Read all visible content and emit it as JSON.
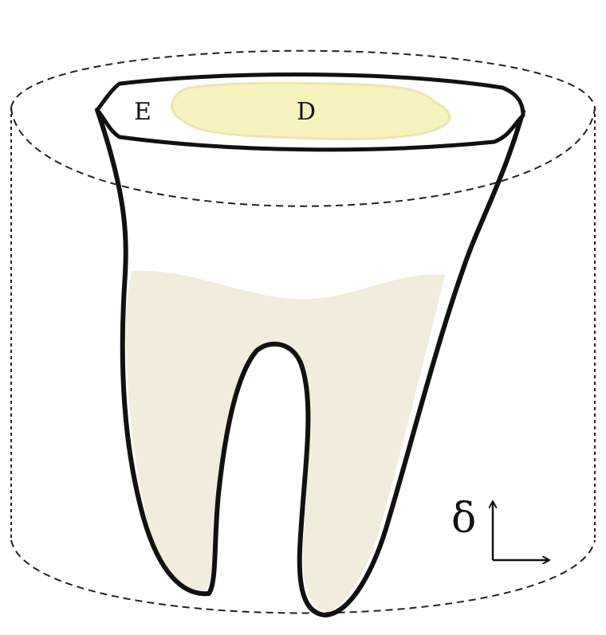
{
  "labels": {
    "enamel": "E",
    "dentin": "D",
    "delta": "δ"
  },
  "colors": {
    "outline": "#111111",
    "root_fill": "#f2ecdc",
    "dentin_fill": "#f7f3be",
    "dentin_edge": "#ebe4b0",
    "dashed_boundary": "#222222",
    "background": "#ffffff"
  },
  "icons": {
    "axis_up": "arrow-up-icon",
    "axis_right": "arrow-right-icon"
  }
}
